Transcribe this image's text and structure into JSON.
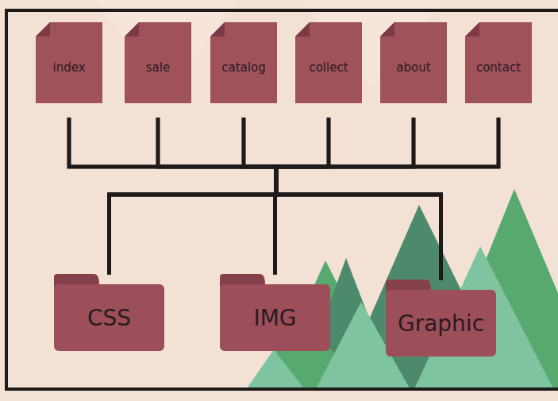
{
  "diagram": {
    "nodes": [
      {
        "text": [
          "index"
        ]
      },
      {
        "text": [
          "sale"
        ]
      },
      {
        "text": [
          "catalog"
        ]
      },
      {
        "text": [
          "collect"
        ]
      },
      {
        "text": [
          "about"
        ]
      },
      {
        "text": [
          "contact"
        ]
      },
      {
        "text": [
          "CSS"
        ]
      },
      {
        "text": [
          "IMG"
        ]
      },
      {
        "text": [
          "Graphic"
        ]
      }
    ],
    "edges": [
      {
        "from": 0,
        "to": 6,
        "arrow": "none"
      },
      {
        "from": 0,
        "to": 7,
        "arrow": "none"
      },
      {
        "from": 0,
        "to": 8,
        "arrow": "none"
      },
      {
        "from": 1,
        "to": 6,
        "arrow": "none"
      },
      {
        "from": 1,
        "to": 7,
        "arrow": "none"
      },
      {
        "from": 1,
        "to": 8,
        "arrow": "none"
      },
      {
        "from": 2,
        "to": 6,
        "arrow": "none"
      },
      {
        "from": 2,
        "to": 7,
        "arrow": "none"
      },
      {
        "from": 2,
        "to": 8,
        "arrow": "none"
      },
      {
        "from": 3,
        "to": 6,
        "arrow": "none"
      },
      {
        "from": 3,
        "to": 7,
        "arrow": "none"
      },
      {
        "from": 3,
        "to": 8,
        "arrow": "none"
      },
      {
        "from": 4,
        "to": 6,
        "arrow": "none"
      },
      {
        "from": 4,
        "to": 7,
        "arrow": "none"
      },
      {
        "from": 4,
        "to": 8,
        "arrow": "none"
      },
      {
        "from": 5,
        "to": 6,
        "arrow": "none"
      },
      {
        "from": 5,
        "to": 7,
        "arrow": "none"
      },
      {
        "from": 5,
        "to": 8,
        "arrow": "none"
      }
    ]
  }
}
